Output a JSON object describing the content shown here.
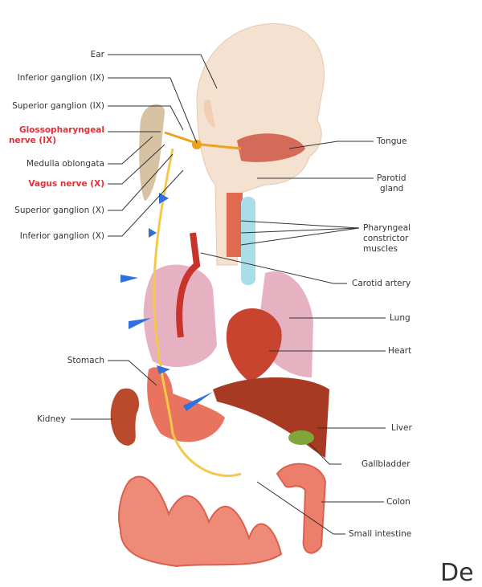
{
  "left_labels": {
    "ear": "Ear",
    "inferior_ganglion_ix": "Inferior ganglion (IX)",
    "superior_ganglion_ix": "Superior ganglion (IX)",
    "glossopharyngeal_1": "Glossopharyngeal",
    "glossopharyngeal_2": "nerve (IX)",
    "medulla": "Medulla oblongata",
    "vagus": "Vagus nerve (X)",
    "superior_ganglion_x": "Superior ganglion (X)",
    "inferior_ganglion_x": "Inferior ganglion (X)",
    "stomach": "Stomach",
    "kidney": "Kidney"
  },
  "right_labels": {
    "tongue": "Tongue",
    "parotid_1": "Parotid",
    "parotid_2": "gland",
    "pharyngeal_1": "Pharyngeal",
    "pharyngeal_2": "constrictor",
    "pharyngeal_3": "muscles",
    "carotid": "Carotid artery",
    "lung": "Lung",
    "heart": "Heart",
    "liver": "Liver",
    "gallbladder": "Gallbladder",
    "colon": "Colon",
    "small_intestine": "Small intestine"
  },
  "corner_text": "De",
  "colors": {
    "highlight": "#e0303a",
    "nerve": "#f5c84a",
    "arrow": "#2f6fe0"
  }
}
